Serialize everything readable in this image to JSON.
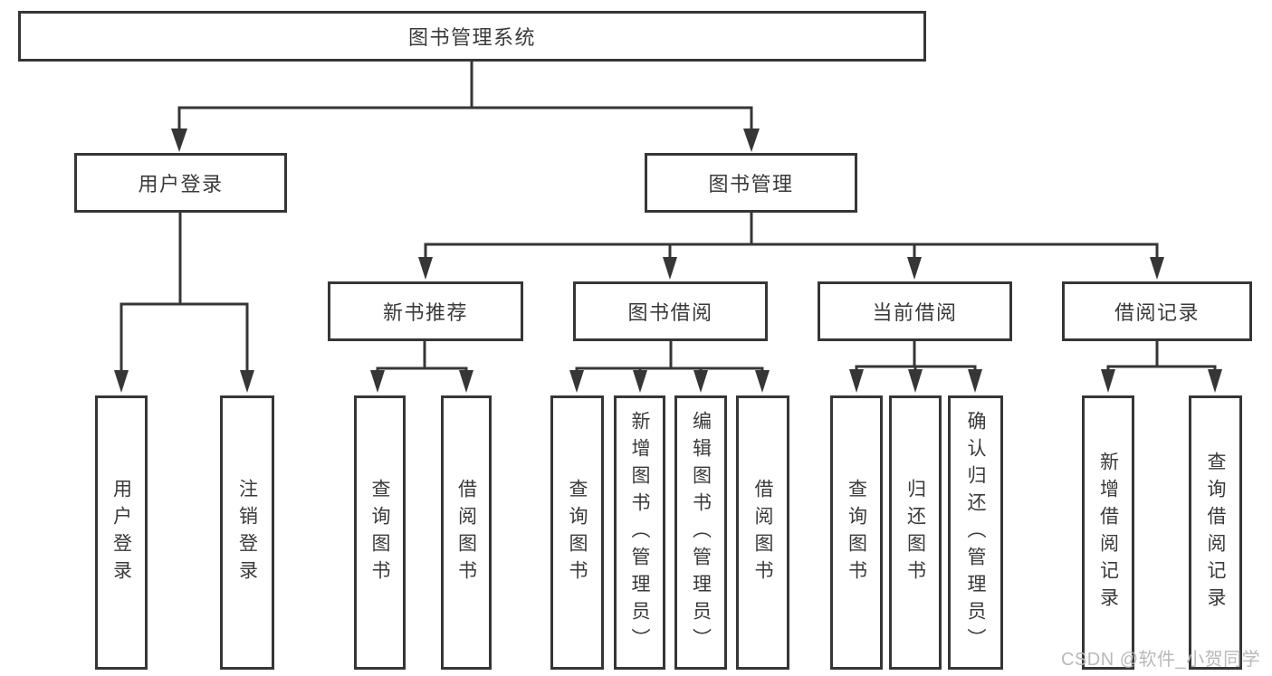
{
  "colors": {
    "line": "#363636",
    "text": "#3a3a3a",
    "watermark": "#b9b9b9",
    "background": "#ffffff"
  },
  "diagram": {
    "root": {
      "label": "图书管理系统"
    },
    "branches": [
      {
        "label": "用户登录",
        "children": [
          {
            "label": "用户登录"
          },
          {
            "label": "注销登录"
          }
        ]
      },
      {
        "label": "图书管理",
        "children": [
          {
            "label": "新书推荐",
            "children": [
              {
                "label": "查询图书"
              },
              {
                "label": "借阅图书"
              }
            ]
          },
          {
            "label": "图书借阅",
            "children": [
              {
                "label": "查询图书"
              },
              {
                "label": "新增图书（管理员）"
              },
              {
                "label": "编辑图书（管理员）"
              },
              {
                "label": "借阅图书"
              }
            ]
          },
          {
            "label": "当前借阅",
            "children": [
              {
                "label": "查询图书"
              },
              {
                "label": "归还图书"
              },
              {
                "label": "确认归还（管理员）"
              }
            ]
          },
          {
            "label": "借阅记录",
            "children": [
              {
                "label": "新增借阅记录"
              },
              {
                "label": "查询借阅记录"
              }
            ]
          }
        ]
      }
    ]
  },
  "watermark": {
    "text": "CSDN @软件_小贺同学"
  }
}
